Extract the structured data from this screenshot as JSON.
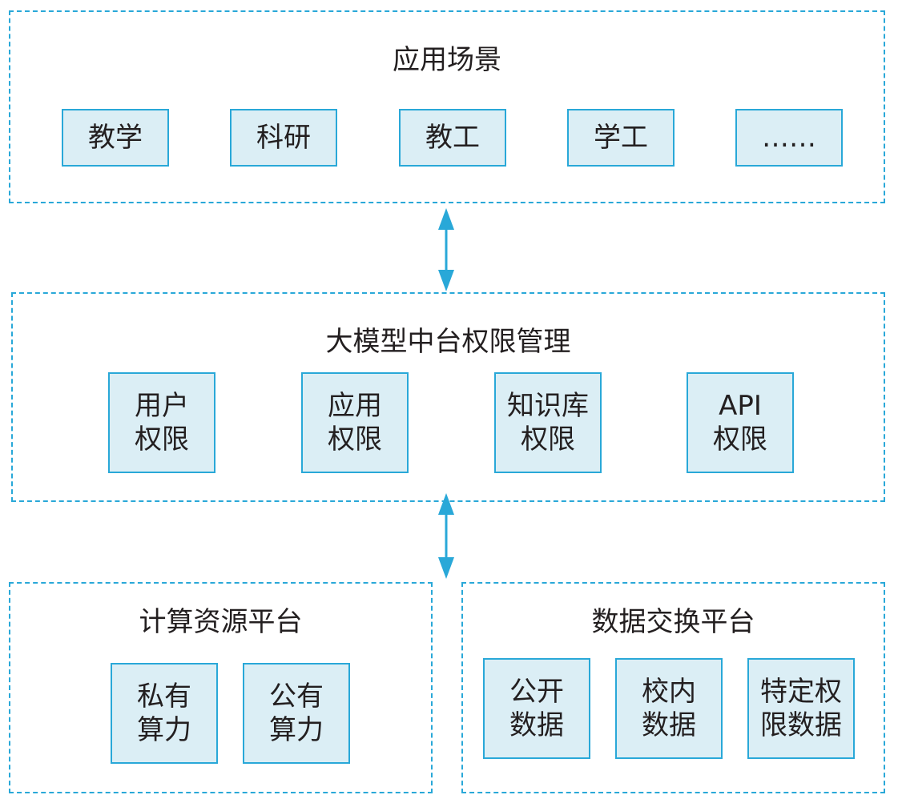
{
  "colors": {
    "accent": "#29a8d8",
    "box_fill": "#dbeef5",
    "text": "#231f20"
  },
  "top_group": {
    "title": "应用场景",
    "items": [
      "教学",
      "科研",
      "教工",
      "学工",
      "……"
    ]
  },
  "middle_group": {
    "title": "大模型中台权限管理",
    "items": [
      "用户\n权限",
      "应用\n权限",
      "知识库\n权限",
      "API\n权限"
    ]
  },
  "bottom_left_group": {
    "title": "计算资源平台",
    "items": [
      "私有\n算力",
      "公有\n算力"
    ]
  },
  "bottom_right_group": {
    "title": "数据交换平台",
    "items": [
      "公开\n数据",
      "校内\n数据",
      "特定权\n限数据"
    ]
  }
}
